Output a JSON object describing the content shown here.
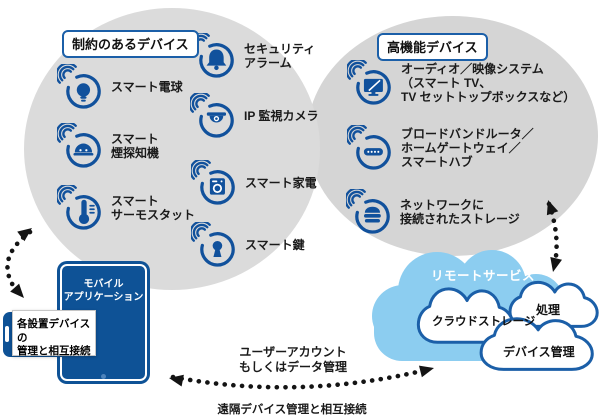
{
  "colors": {
    "icon_blue": "#11519c",
    "outline_blue": "#1b5fa8",
    "device_navy": "#0e5296",
    "cloud_blue": "#8ccdf0",
    "circle_gray": "#dbdbdb",
    "arrow_black": "#141414"
  },
  "groups": {
    "constrained": {
      "title": "制約のあるデバイス",
      "devices": [
        {
          "icon": "smart-bulb-icon",
          "label": "スマート電球"
        },
        {
          "icon": "smoke-detector-icon",
          "label": "スマート\n煙探知機"
        },
        {
          "icon": "thermostat-icon",
          "label": "スマート\nサーモスタット"
        },
        {
          "icon": "security-alarm-icon",
          "label": "セキュリティ\nアラーム"
        },
        {
          "icon": "ip-camera-icon",
          "label": "IP 監視カメラ"
        },
        {
          "icon": "smart-appliance-icon",
          "label": "スマート家電"
        },
        {
          "icon": "smart-lock-icon",
          "label": "スマート鍵"
        }
      ]
    },
    "high_function": {
      "title": "高機能デバイス",
      "devices": [
        {
          "icon": "av-system-icon",
          "label": "オーディオ／映像システム\n（スマート TV、\nTV セットトップボックスなど）"
        },
        {
          "icon": "router-icon",
          "label": "ブロードバンドルータ／\nホームゲートウェイ／\nスマートハブ"
        },
        {
          "icon": "network-storage-icon",
          "label": "ネットワークに\n接続されたストレージ"
        }
      ]
    }
  },
  "mobile": {
    "tablet_label": "モバイル\nアプリケーション",
    "callout": "各設置デバイスの\n管理と相互接続"
  },
  "cloud": {
    "title": "リモートサービス",
    "sub_clouds": [
      "クラウドストレージ",
      "処理",
      "デバイス管理"
    ]
  },
  "connections": {
    "user_account": "ユーザーアカウント\nもしくはデータ管理",
    "remote_management": "遠隔デバイス管理と相互接続"
  }
}
